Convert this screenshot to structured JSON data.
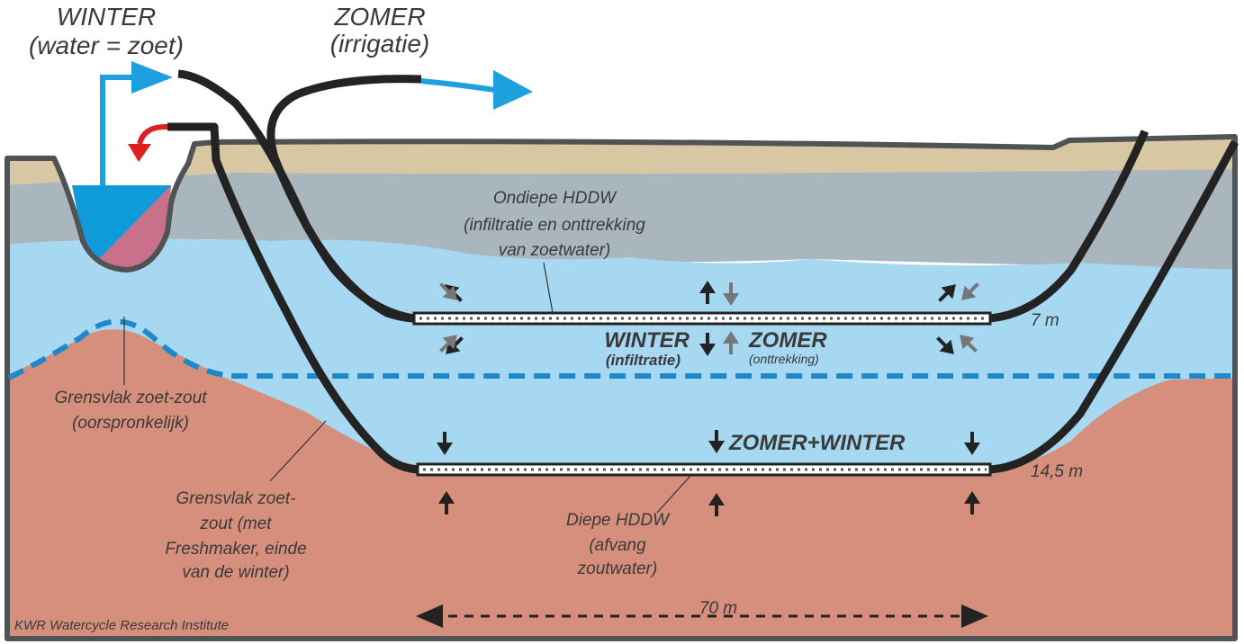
{
  "colors": {
    "topsoil": "#d7c7a3",
    "clay": "#a9b6bd",
    "fresh_water": "#a7d8f2",
    "salt_water": "#d68f7c",
    "ditch_water": "#0f9ad9",
    "ditch_salt": "#c9708a",
    "pipe": "#232323",
    "arrow_blue": "#1ea0de",
    "arrow_red": "#e02020",
    "interface_line": "#1f88c9",
    "outline": "#505355"
  },
  "labels": {
    "winter_title": "WINTER",
    "winter_sub": "(water = zoet)",
    "summer_title": "ZOMER",
    "summer_sub": "(irrigatie)",
    "shallow_1": "Ondiepe HDDW",
    "shallow_2": "(infiltratie en onttrekking",
    "shallow_3": "van zoetwater)",
    "depth_shallow": "7 m",
    "depth_deep": "14,5 m",
    "mode_winter": "WINTER",
    "mode_winter_sub": "(infiltratie)",
    "mode_summer": "ZOMER",
    "mode_summer_sub": "(onttrekking)",
    "mode_both": "ZOMER+WINTER",
    "orig_1": "Grensvlak zoet-zout",
    "orig_2": "(oorspronkelijk)",
    "fm_1": "Grensvlak zoet-",
    "fm_2": "zout (met",
    "fm_3": "Freshmaker, einde",
    "fm_4": "van de winter)",
    "deep_1": "Diepe HDDW",
    "deep_2": "(afvang",
    "deep_3": "zoutwater)",
    "width": "70 m",
    "credit": "KWR Watercycle Research Institute"
  }
}
